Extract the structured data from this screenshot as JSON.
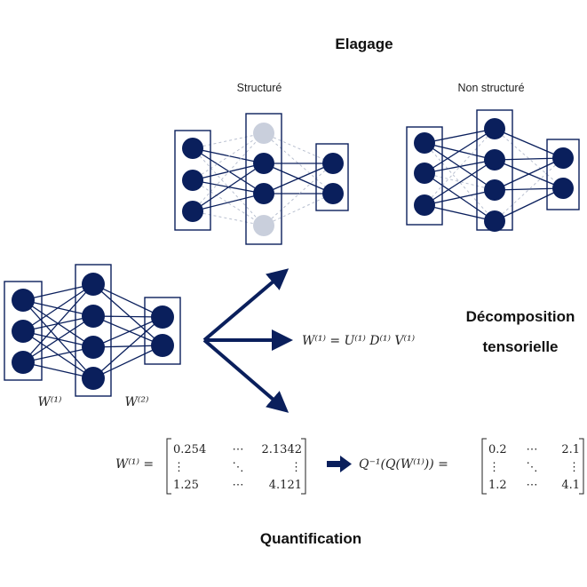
{
  "title": "Elagage",
  "pruning": {
    "structured_label": "Structuré",
    "unstructured_label": "Non structuré"
  },
  "decomposition": {
    "label_line1": "Décomposition",
    "label_line2": "tensorielle",
    "equation": "W⁽¹⁾ = U⁽¹⁾ D⁽¹⁾ V⁽¹⁾"
  },
  "network": {
    "weight1_label": "W⁽¹⁾",
    "weight2_label": "W⁽²⁾"
  },
  "quantification": {
    "label": "Quantification",
    "lhs": "W⁽¹⁾ =",
    "matrix_full": [
      [
        "0.254",
        "⋯",
        "2.1342"
      ],
      [
        "⋮",
        "⋱",
        "⋮"
      ],
      [
        "1.25",
        "⋯",
        "4.121"
      ]
    ],
    "mid_expr": "Q⁻¹(Q(W⁽¹⁾)) =",
    "matrix_quant": [
      [
        "0.2",
        "⋯",
        "2.1"
      ],
      [
        "⋮",
        "⋱",
        "⋮"
      ],
      [
        "1.2",
        "⋯",
        "4.1"
      ]
    ]
  },
  "colors": {
    "node": "#0a1f5c",
    "pruned_node": "#c9cfdc",
    "edge": "#0a1f5c",
    "pruned_edge": "#b9c0d0"
  }
}
